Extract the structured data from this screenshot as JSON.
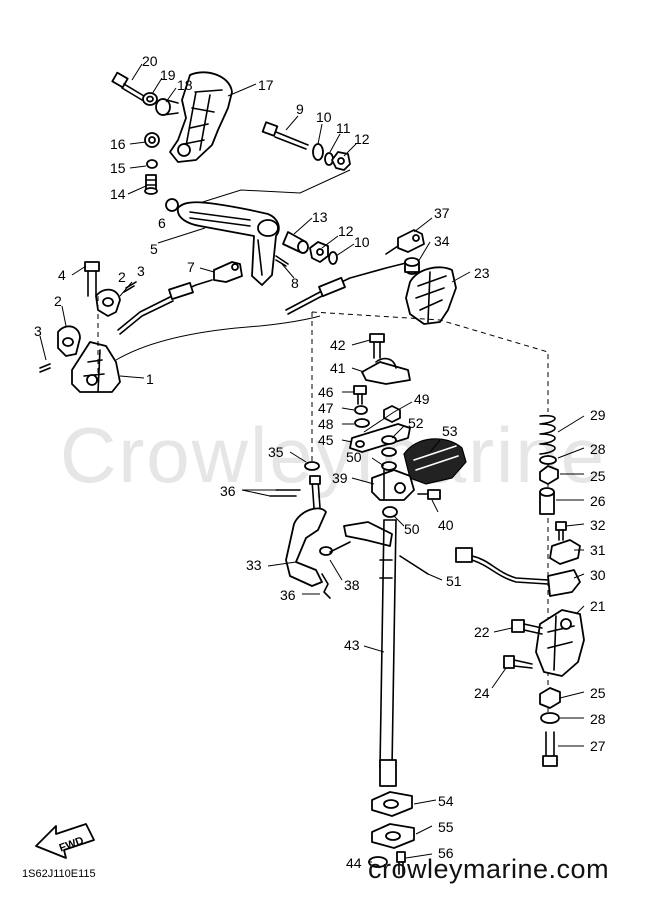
{
  "diagram": {
    "watermark": "Crowleymarine",
    "website": "crowleymarine.com",
    "diagram_code": "1S62J110E115",
    "fwd_arrow_label": "FWD",
    "callouts": [
      "20",
      "19",
      "18",
      "17",
      "9",
      "10",
      "11",
      "12",
      "16",
      "15",
      "14",
      "6",
      "13",
      "12",
      "10",
      "37",
      "34",
      "5",
      "4",
      "2",
      "3",
      "7",
      "8",
      "23",
      "2",
      "3",
      "1",
      "42",
      "41",
      "46",
      "49",
      "47",
      "48",
      "52",
      "53",
      "29",
      "45",
      "35",
      "50",
      "28",
      "25",
      "39",
      "36",
      "26",
      "40",
      "50",
      "32",
      "31",
      "33",
      "38",
      "30",
      "36",
      "51",
      "21",
      "22",
      "43",
      "24",
      "25",
      "28",
      "27",
      "54",
      "55",
      "44",
      "56"
    ]
  }
}
